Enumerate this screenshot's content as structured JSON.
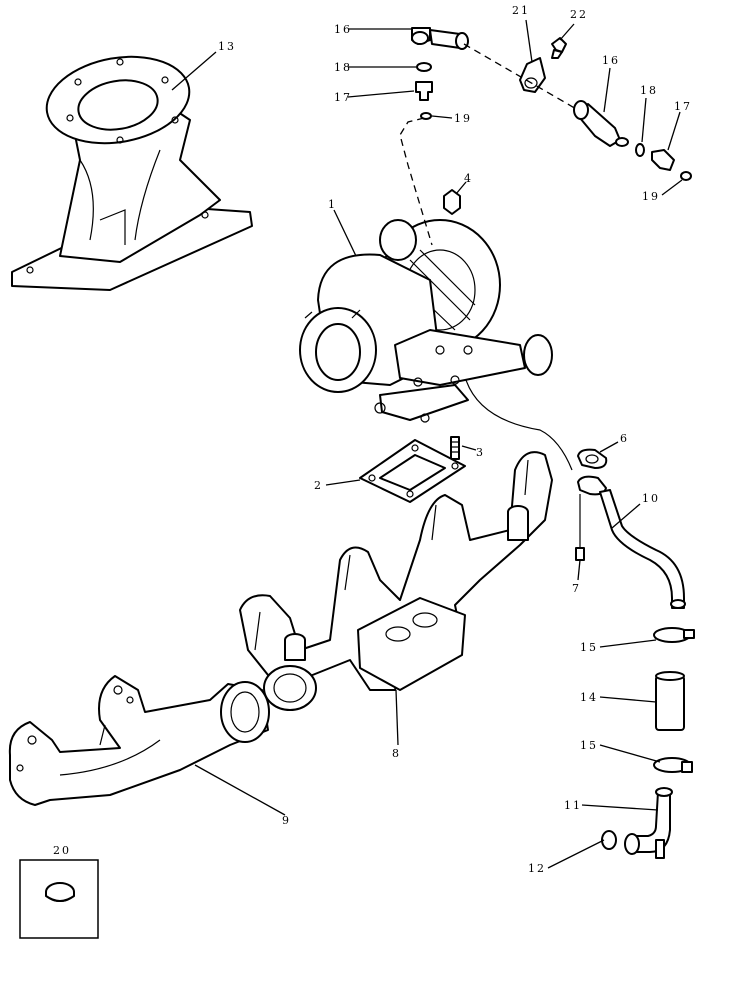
{
  "callouts": {
    "c1": "1",
    "c2": "2",
    "c3": "3",
    "c4": "4",
    "c6": "6",
    "c7": "7",
    "c8": "8",
    "c9": "9",
    "c10": "10",
    "c11": "11",
    "c12": "12",
    "c13": "13",
    "c14": "14",
    "c15a": "15",
    "c15b": "15",
    "c16a": "16",
    "c16b": "16",
    "c17a": "17",
    "c17b": "17",
    "c18a": "18",
    "c18b": "18",
    "c19a": "19",
    "c19b": "19",
    "c20": "20",
    "c21": "21",
    "c22": "22"
  }
}
